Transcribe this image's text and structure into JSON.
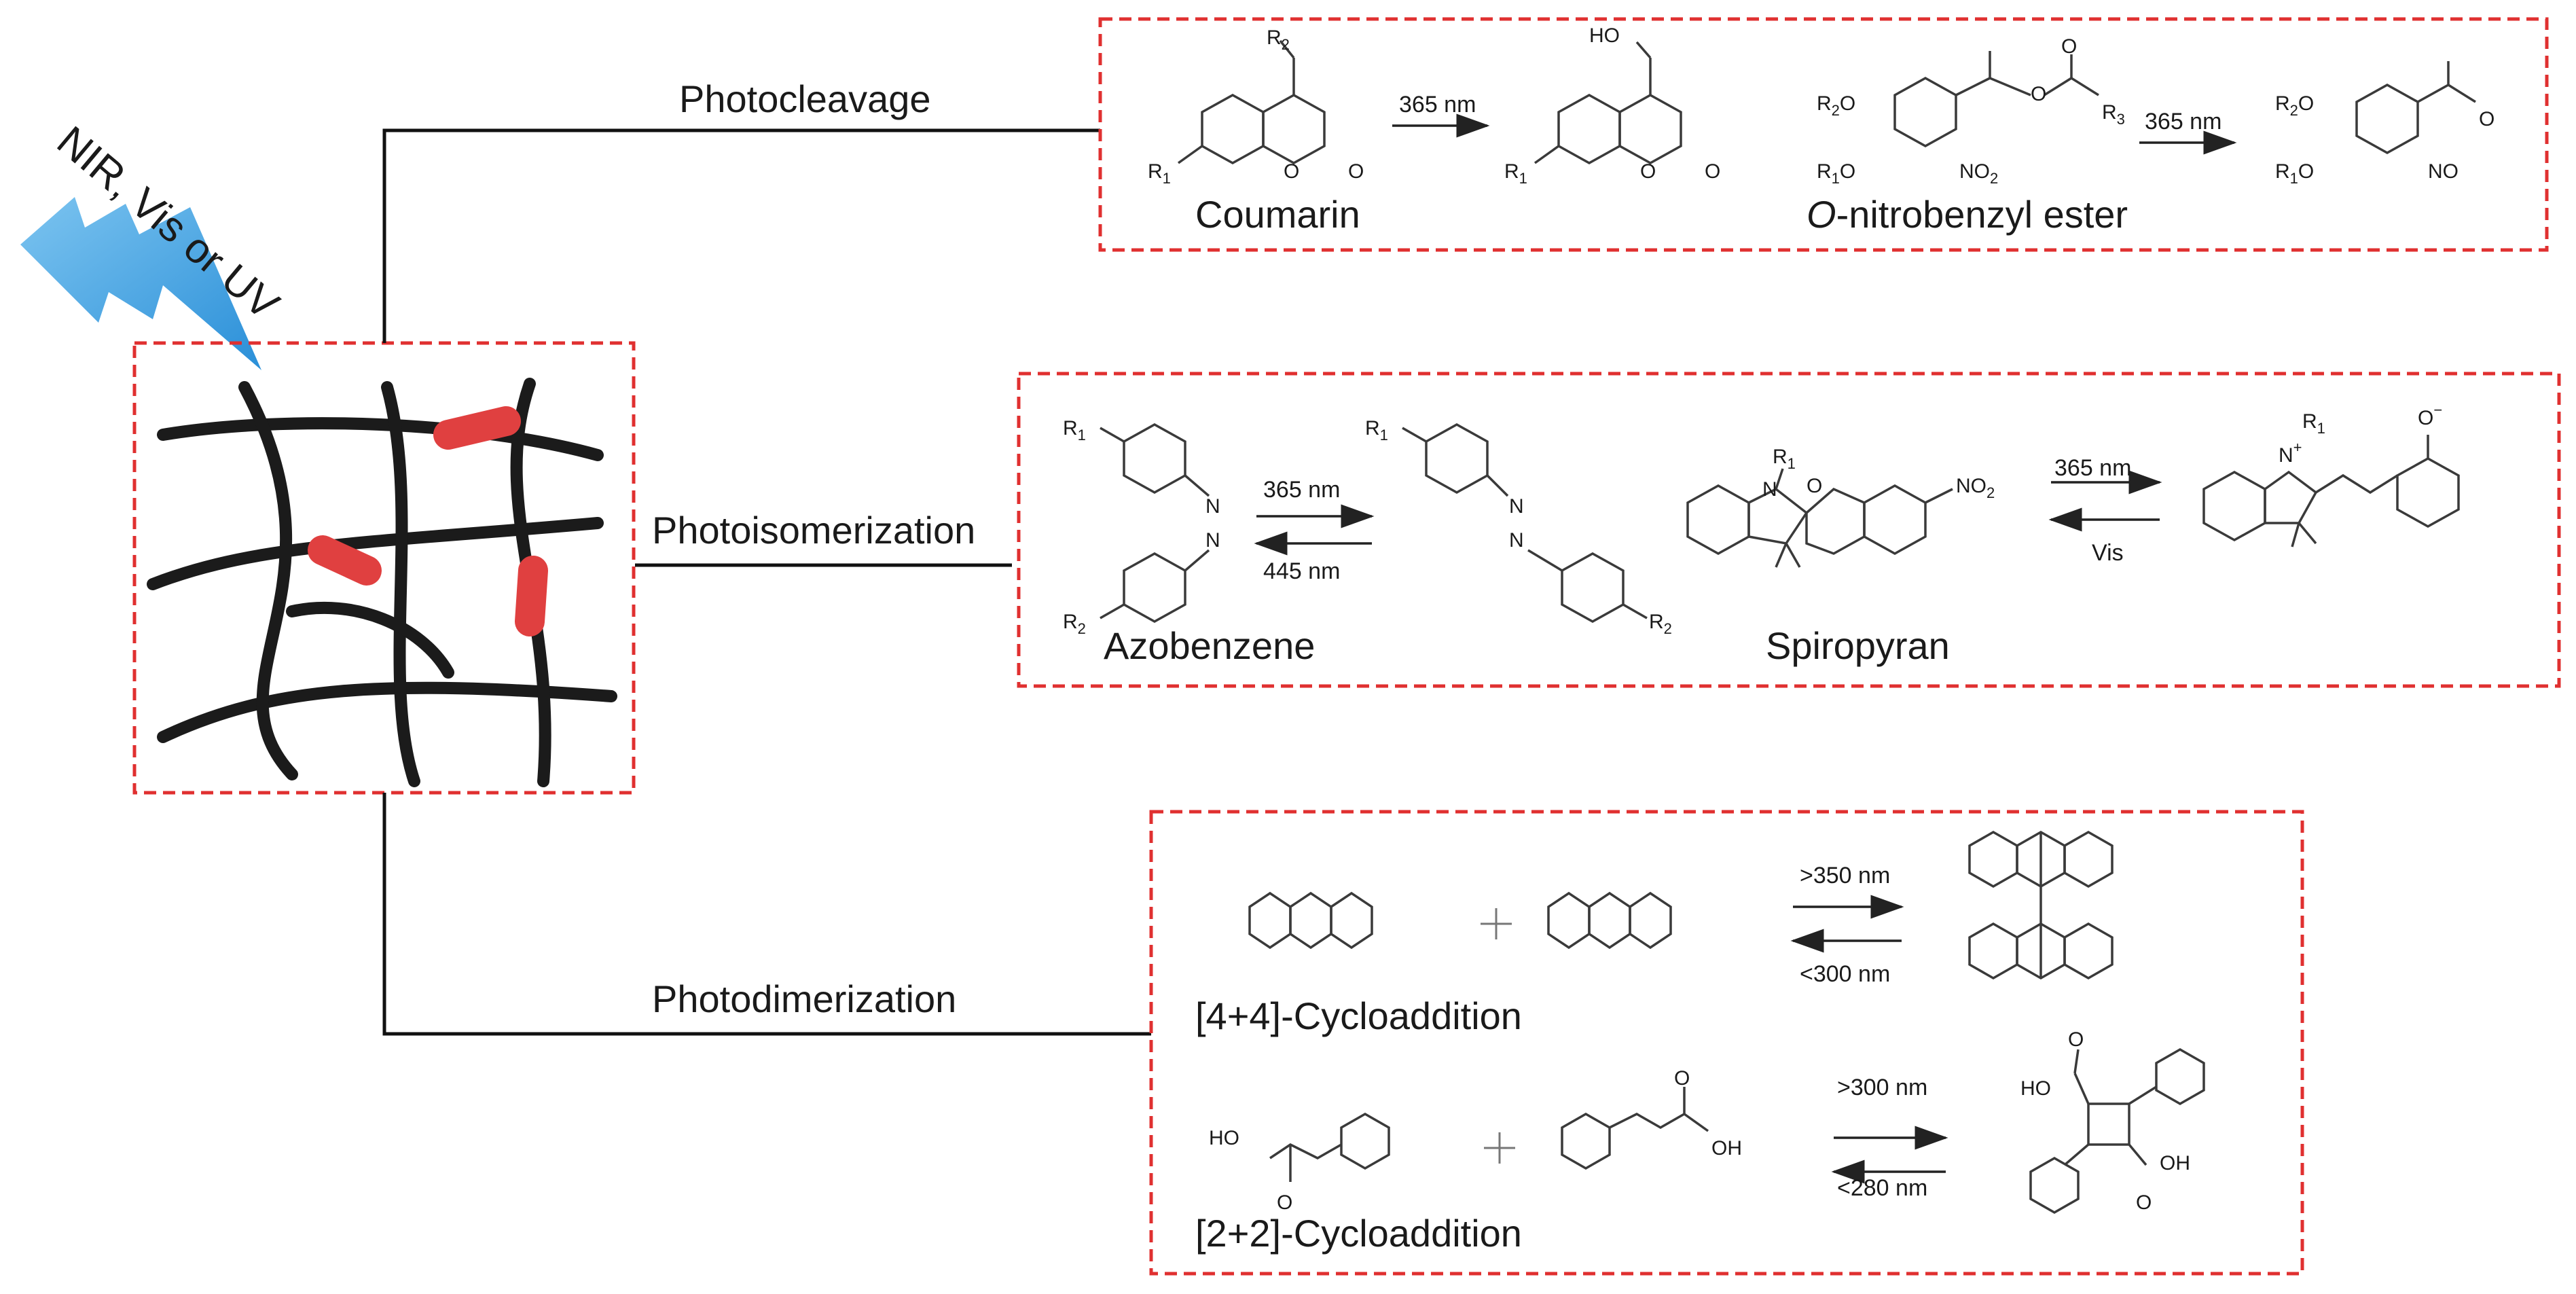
{
  "light_source": "NIR, Vis or UV",
  "branches": {
    "photocleavage": {
      "label": "Photocleavage",
      "coumarin": {
        "name": "Coumarin",
        "wavelength": "365 nm",
        "r1": "R",
        "r1_sub": "1",
        "r2": "R",
        "r2_sub": "2",
        "ho": "HO",
        "o": "O"
      },
      "nitrobenzyl": {
        "name_italic": "O",
        "name_rest": "-nitrobenzyl ester",
        "wavelength": "365 nm",
        "r1o": "R",
        "r1o_sub": "1",
        "r2o": "R",
        "r2o_sub": "2",
        "no2": "NO",
        "no2_sub": "2",
        "no": "NO",
        "r3": "R",
        "r3_sub": "3",
        "o": "O"
      }
    },
    "photoisomerization": {
      "label": "Photoisomerization",
      "azobenzene": {
        "name": "Azobenzene",
        "forward": "365 nm",
        "backward": "445 nm",
        "r1": "R",
        "r1_sub": "1",
        "r2": "R",
        "r2_sub": "2",
        "n": "N"
      },
      "spiropyran": {
        "name": "Spiropyran",
        "forward": "365 nm",
        "backward": "Vis",
        "r1": "R",
        "r1_sub": "1",
        "no2": "NO",
        "no2_sub": "2",
        "n": "N",
        "o": "O",
        "plus": "+",
        "minus": "−"
      }
    },
    "photodimerization": {
      "label": "Photodimerization",
      "cyclo44": {
        "name": "[4+4]-Cycloaddition",
        "forward": ">350 nm",
        "backward": "<300 nm"
      },
      "cyclo22": {
        "name": "[2+2]-Cycloaddition",
        "forward": ">300 nm",
        "backward": "<280 nm",
        "oh": "OH",
        "ho": "HO"
      }
    }
  },
  "colors": {
    "accent_red": "#e03030",
    "bolt_blue": "#3aa0e0",
    "network": "#1b1b1b",
    "crosslink": "#e04040"
  }
}
